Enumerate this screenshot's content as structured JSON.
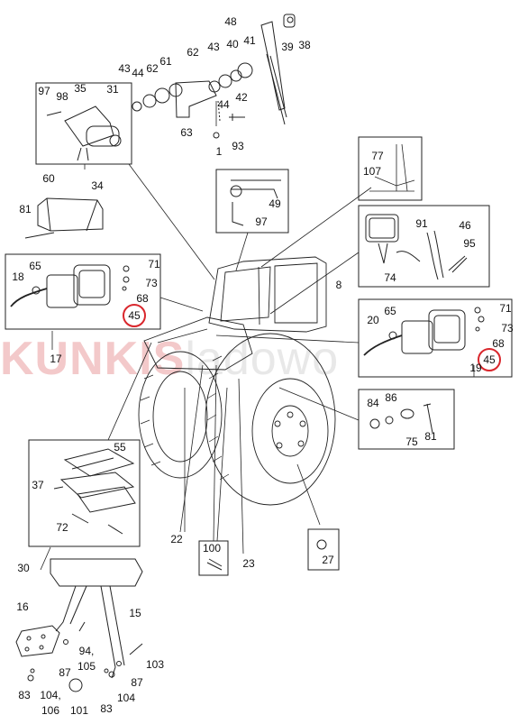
{
  "watermark": {
    "brand": "KUNKIS",
    "suffix": "ladowo",
    "color": "#d9262c"
  },
  "labels": [
    {
      "id": "48",
      "text": "48"
    },
    {
      "id": "39",
      "text": "39"
    },
    {
      "id": "38",
      "text": "38"
    },
    {
      "id": "43a",
      "text": "43"
    },
    {
      "id": "40",
      "text": "40"
    },
    {
      "id": "41",
      "text": "41"
    },
    {
      "id": "62a",
      "text": "62"
    },
    {
      "id": "61",
      "text": "61"
    },
    {
      "id": "43b",
      "text": "43"
    },
    {
      "id": "44a",
      "text": "44"
    },
    {
      "id": "62b",
      "text": "62"
    },
    {
      "id": "42",
      "text": "42"
    },
    {
      "id": "44b",
      "text": "44"
    },
    {
      "id": "63",
      "text": "63"
    },
    {
      "id": "1",
      "text": "1"
    },
    {
      "id": "93",
      "text": "93"
    },
    {
      "id": "97a",
      "text": "97"
    },
    {
      "id": "98",
      "text": "98"
    },
    {
      "id": "35",
      "text": "35"
    },
    {
      "id": "31",
      "text": "31"
    },
    {
      "id": "34",
      "text": "34"
    },
    {
      "id": "60",
      "text": "60"
    },
    {
      "id": "81a",
      "text": "81"
    },
    {
      "id": "49",
      "text": "49"
    },
    {
      "id": "97b",
      "text": "97"
    },
    {
      "id": "77",
      "text": "77"
    },
    {
      "id": "107",
      "text": "107"
    },
    {
      "id": "91",
      "text": "91"
    },
    {
      "id": "46",
      "text": "46"
    },
    {
      "id": "95",
      "text": "95"
    },
    {
      "id": "74",
      "text": "74"
    },
    {
      "id": "8",
      "text": "8"
    },
    {
      "id": "18",
      "text": "18"
    },
    {
      "id": "65a",
      "text": "65"
    },
    {
      "id": "71a",
      "text": "71"
    },
    {
      "id": "73a",
      "text": "73"
    },
    {
      "id": "68a",
      "text": "68"
    },
    {
      "id": "45a",
      "text": "45"
    },
    {
      "id": "17",
      "text": "17"
    },
    {
      "id": "20",
      "text": "20"
    },
    {
      "id": "65b",
      "text": "65"
    },
    {
      "id": "71b",
      "text": "71"
    },
    {
      "id": "73b",
      "text": "73"
    },
    {
      "id": "68b",
      "text": "68"
    },
    {
      "id": "45b",
      "text": "45"
    },
    {
      "id": "19",
      "text": "19"
    },
    {
      "id": "84",
      "text": "84"
    },
    {
      "id": "86",
      "text": "86"
    },
    {
      "id": "75",
      "text": "75"
    },
    {
      "id": "81b",
      "text": "81"
    },
    {
      "id": "55",
      "text": "55"
    },
    {
      "id": "37",
      "text": "37"
    },
    {
      "id": "72",
      "text": "72"
    },
    {
      "id": "30",
      "text": "30"
    },
    {
      "id": "22",
      "text": "22"
    },
    {
      "id": "100",
      "text": "100"
    },
    {
      "id": "23",
      "text": "23"
    },
    {
      "id": "27",
      "text": "27"
    },
    {
      "id": "16",
      "text": "16"
    },
    {
      "id": "15",
      "text": "15"
    },
    {
      "id": "87a",
      "text": "87"
    },
    {
      "id": "94",
      "text": "94,"
    },
    {
      "id": "105",
      "text": "105"
    },
    {
      "id": "87b",
      "text": "87"
    },
    {
      "id": "103",
      "text": "103"
    },
    {
      "id": "83a",
      "text": "83"
    },
    {
      "id": "104a",
      "text": "104,"
    },
    {
      "id": "106",
      "text": "106"
    },
    {
      "id": "101",
      "text": "101"
    },
    {
      "id": "83b",
      "text": "83"
    },
    {
      "id": "104b",
      "text": "104"
    }
  ]
}
